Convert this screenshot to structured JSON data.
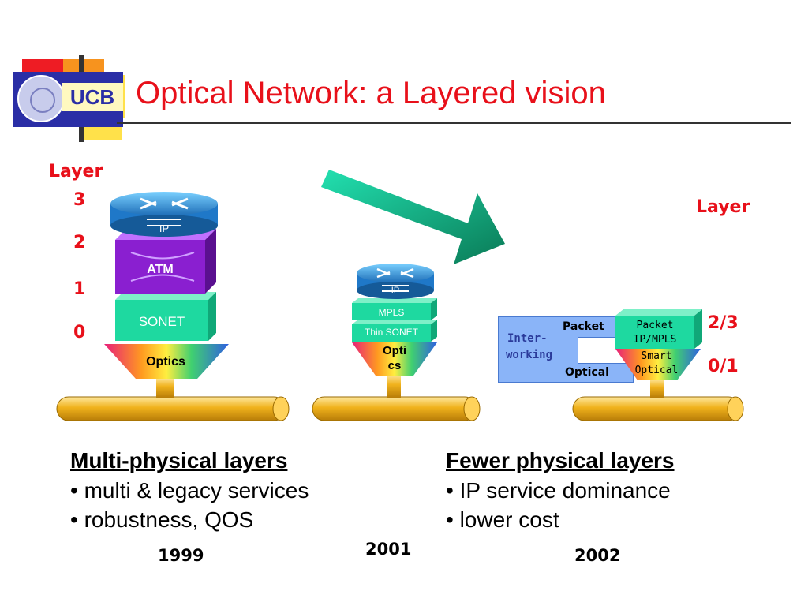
{
  "header": {
    "logo_text": "UCB",
    "title": "Optical Network: a Layered vision"
  },
  "colors": {
    "title_red": "#e8101a",
    "logo_blue": "#2a2ea6",
    "arrow_green": "#1fd6a8",
    "atm_purple": "#8a1fd0",
    "sonet_green": "#1ed9a0",
    "pipe_gold": "#f0b21c"
  },
  "left_axis": {
    "heading": "Layer",
    "levels": [
      "3",
      "2",
      "1",
      "0"
    ]
  },
  "right_axis": {
    "heading": "Layer",
    "levels": [
      "2/3",
      "0/1"
    ]
  },
  "stack_1999": {
    "router_label": "IP",
    "atm_label": "ATM",
    "sonet_label": "SONET",
    "optics_label": "Optics",
    "year": "1999"
  },
  "stack_2001": {
    "router_label": "IP",
    "mpls_label": "MPLS",
    "thin_sonet_label": "Thin SONET",
    "optics_label_1": "Opti",
    "optics_label_2": "cs",
    "year": "2001"
  },
  "stack_2002": {
    "interworking_1": "Inter-",
    "interworking_2": "working",
    "packet_label": "Packet",
    "optical_label": "Optical",
    "packet_box_1": "Packet",
    "packet_box_2": "IP/MPLS",
    "smart_1": "Smart",
    "smart_2": "Optical",
    "year": "2002"
  },
  "left_text": {
    "heading": "Multi-physical layers",
    "bullets": [
      "• multi & legacy services",
      "• robustness, QOS"
    ]
  },
  "right_text": {
    "heading": "Fewer physical layers",
    "bullets": [
      "• IP service dominance",
      "• lower cost"
    ]
  },
  "icons": {
    "logo": "ucb-seal-icon",
    "router": "router-icon",
    "arrow": "transition-arrow-icon"
  }
}
